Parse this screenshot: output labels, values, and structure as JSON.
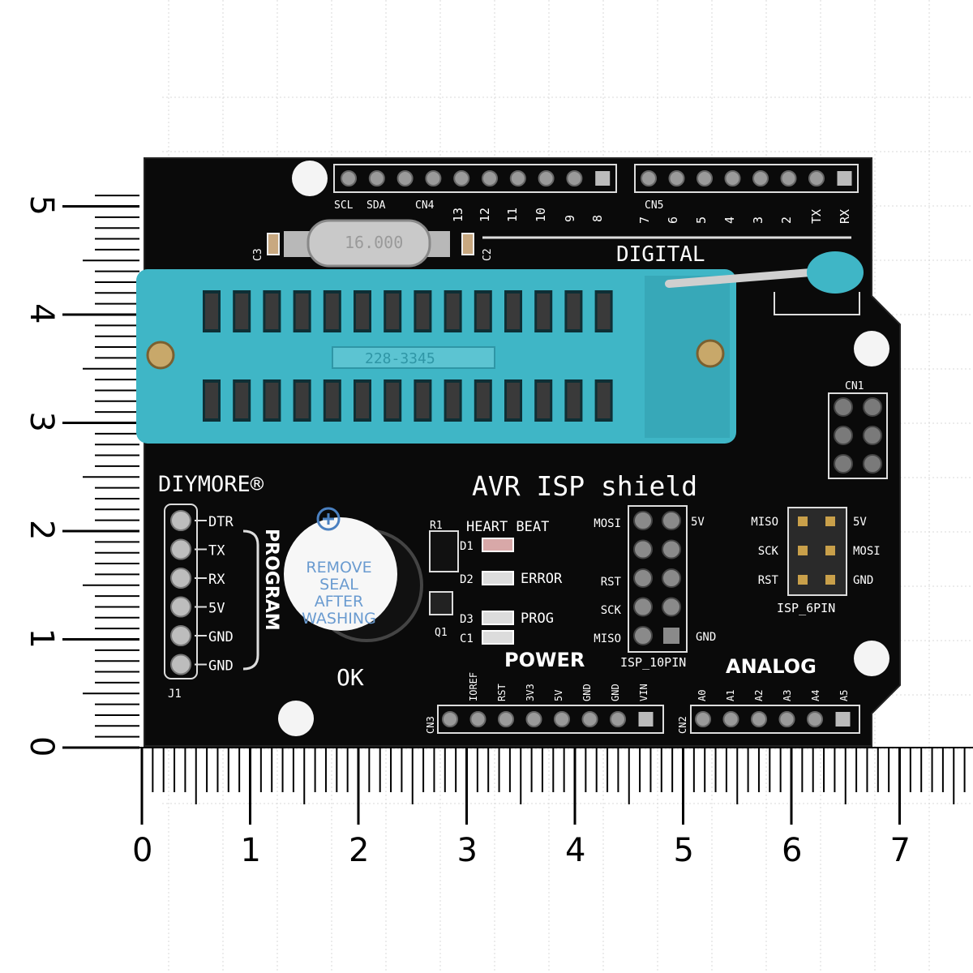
{
  "ruler": {
    "x_labels": [
      "0",
      "1",
      "2",
      "3",
      "4",
      "5",
      "6",
      "7"
    ],
    "y_labels": [
      "0",
      "1",
      "2",
      "3",
      "4",
      "5"
    ]
  },
  "board": {
    "brand": "DIYMORE®",
    "title": "AVR ISP shield",
    "digital_label": "DIGITAL",
    "power_label": "POWER",
    "analog_label": "ANALOG",
    "program_label": "PROGRAM",
    "j1_label": "J1",
    "ok_label": "OK",
    "cn1_label": "CN1",
    "cn4_label": "CN4",
    "cn5_label": "CN5",
    "cn3_label": "CN3",
    "cn2_label": "CN2",
    "c3_label": "C3",
    "c2_label": "C2",
    "r1_label": "R1",
    "q1_label": "Q1",
    "zif_model": "228-3345",
    "crystal_text": "16.000",
    "top_left_pins": [
      "SCL",
      "SDA",
      "13",
      "12",
      "11",
      "10",
      "9",
      "8"
    ],
    "top_right_pins": [
      "7",
      "6",
      "5",
      "4",
      "3",
      "2",
      "TX",
      "RX"
    ],
    "power_pins": [
      "IOREF",
      "RST",
      "3V3",
      "5V",
      "GND",
      "GND",
      "VIN"
    ],
    "analog_pins": [
      "A0",
      "A1",
      "A2",
      "A3",
      "A4",
      "A5"
    ],
    "program_pins": [
      "DTR",
      "TX",
      "RX",
      "5V",
      "GND",
      "GND"
    ],
    "leds": [
      {
        "ref": "D1",
        "label": "HEART BEAT"
      },
      {
        "ref": "D2",
        "label": "ERROR"
      },
      {
        "ref": "D3",
        "label": "PROG"
      },
      {
        "ref": "C1",
        "label": ""
      }
    ],
    "isp10": {
      "name": "ISP_10PIN",
      "left": [
        "MOSI",
        "RST",
        "SCK",
        "MISO"
      ],
      "right_top": "5V",
      "right_bottom": "GND"
    },
    "isp6": {
      "name": "ISP_6PIN",
      "left": [
        "MISO",
        "SCK",
        "RST"
      ],
      "right": [
        "5V",
        "MOSI",
        "GND"
      ]
    },
    "buzzer_sticker": [
      "REMOVE",
      "SEAL",
      "AFTER",
      "WASHING"
    ]
  },
  "colors": {
    "pcb": "#0a0a0a",
    "zif": "#3fb6c6",
    "silkscreen": "#ffffff"
  }
}
